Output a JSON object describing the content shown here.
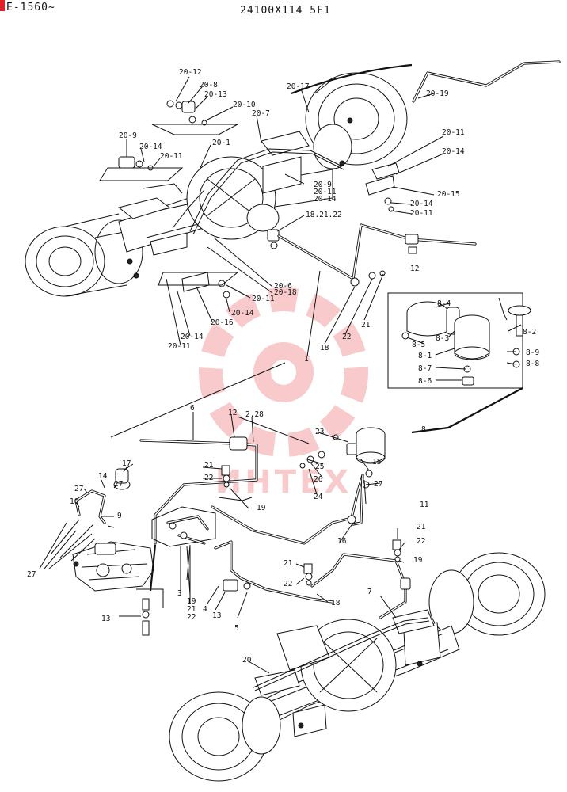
{
  "header": {
    "left_code": "E-1560~",
    "center_code": "24100X114 5F1",
    "corner_mark_color": "#e0202a"
  },
  "watermark": {
    "text": "ИНТЕХ",
    "color": "#e8454c"
  },
  "labels": [
    "20-12",
    "20-8",
    "20-13",
    "20-10",
    "20-17",
    "20-19",
    "20-7",
    "20-9",
    "20-14",
    "20-11",
    "20-1",
    "20-11",
    "20-14",
    "20-9",
    "20-11",
    "20-14",
    "20-15",
    "20-14",
    "20-11",
    "18.21.22",
    "12",
    "20-6",
    "20-18",
    "20-11",
    "20-14",
    "20-16",
    "20-14",
    "20-11",
    "1",
    "18",
    "22",
    "21",
    "8-4",
    "8-2",
    "8-5",
    "8-3",
    "8-1",
    "8-9",
    "8-8",
    "8-7",
    "8-6",
    "8",
    "6",
    "12",
    "2.28",
    "23",
    "25",
    "26",
    "24",
    "15",
    "27",
    "11",
    "17",
    "27",
    "14",
    "27",
    "10",
    "9",
    "27",
    "21",
    "22",
    "19",
    "16",
    "21",
    "22",
    "19",
    "21",
    "22",
    "3",
    "19",
    "21",
    "22",
    "4",
    "13",
    "18",
    "13",
    "5",
    "7",
    "20"
  ]
}
